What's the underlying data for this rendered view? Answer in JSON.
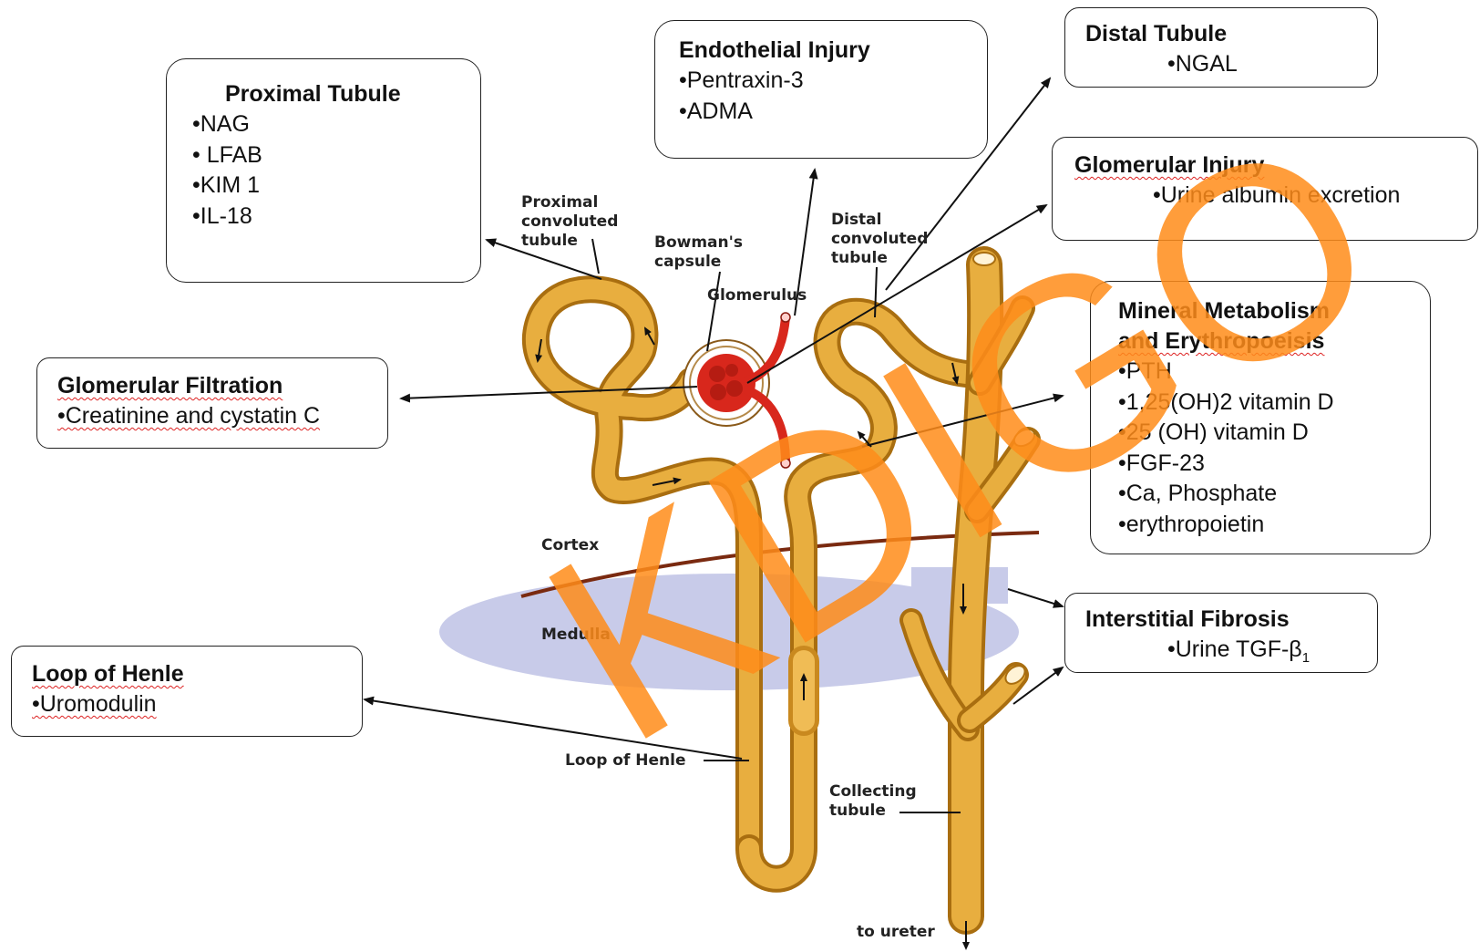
{
  "watermark": "KDIGO",
  "boxes": {
    "proximal": {
      "title": "Proximal Tubule",
      "items": [
        "•NAG",
        "• LFAB",
        "•KIM 1",
        "•IL-18"
      ]
    },
    "endothelial": {
      "title": "Endothelial Injury",
      "items": [
        "•Pentraxin-3",
        "•ADMA"
      ]
    },
    "distal": {
      "title": "Distal Tubule",
      "items": [
        "•NGAL"
      ]
    },
    "glomerular_injury": {
      "title": "Glomerular Injury",
      "items": [
        "•Urine albumin excretion"
      ]
    },
    "glomerular_filtration": {
      "title": "Glomerular Filtration",
      "items": [
        "•Creatinine and cystatin C"
      ]
    },
    "mineral": {
      "title_line1": "Mineral Metabolism",
      "title_line2": "and Erythropoeisis",
      "items": [
        "•PTH",
        "•1,25(OH)2 vitamin D",
        "•25 (OH) vitamin D",
        "•FGF-23",
        "•Ca, Phosphate",
        "•erythropoietin"
      ]
    },
    "interstitial": {
      "title": "Interstitial Fibrosis",
      "item_prefix": "•Urine TGF-β",
      "item_subscript": "1"
    },
    "henle": {
      "title": "Loop of Henle",
      "items": [
        "•Uromodulin"
      ]
    }
  },
  "labels": {
    "pct": [
      "Proximal",
      "convoluted",
      "tubule"
    ],
    "bowman": [
      "Bowman's",
      "capsule"
    ],
    "glomerulus": "Glomerulus",
    "dct": [
      "Distal",
      "convoluted",
      "tubule"
    ],
    "cortex": "Cortex",
    "medulla": "Medulla",
    "loop": "Loop of Henle",
    "collecting": [
      "Collecting",
      "tubule"
    ],
    "ureter": "to ureter"
  },
  "colors": {
    "tubule": "#e0a232",
    "tubule_dark": "#a96e10",
    "glomerulus": "#d8271c",
    "medulla": "#c8cbe9",
    "cortex_line": "#7a2a10",
    "watermark": "#ff8c1a"
  }
}
